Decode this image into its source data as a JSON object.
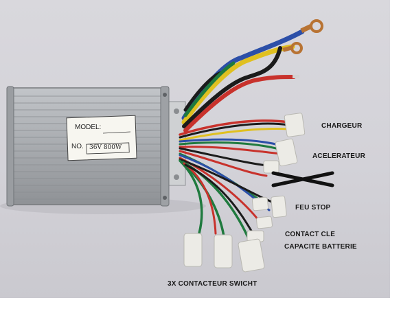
{
  "nameplate": {
    "model_label": "MODEL:",
    "no_label": "NO.",
    "rating": "36V 800W"
  },
  "labels": {
    "chargeur": "CHARGEUR",
    "acelerateur": "ACELERATEUR",
    "feu_stop": "FEU STOP",
    "contact_cle": "CONTACT CLE",
    "capacite_batterie": "CAPACITE BATTERIE",
    "contacteur": "3X CONTACTEUR SWICHT"
  },
  "colors": {
    "wire_red": "#c8322c",
    "wire_yellow": "#e0c020",
    "wire_blue": "#2c4fa8",
    "wire_green": "#1f7a3e",
    "wire_black": "#1b1b1b",
    "connector": "#ecebe6",
    "housing": "#a9acb0"
  }
}
